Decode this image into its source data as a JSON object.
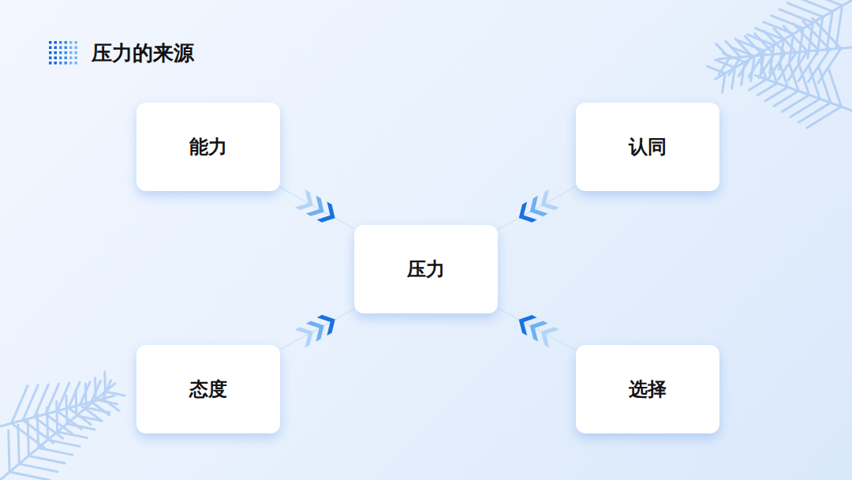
{
  "diagram": {
    "title": "压力的来源",
    "nodes": [
      {
        "text": [
          "能力"
        ]
      },
      {
        "text": [
          "认同"
        ]
      },
      {
        "text": [
          "压力"
        ]
      },
      {
        "text": [
          "态度"
        ]
      },
      {
        "text": [
          "选择"
        ]
      }
    ],
    "edges": [
      {
        "from": 0,
        "to": 2,
        "arrow": "to"
      },
      {
        "from": 1,
        "to": 2,
        "arrow": "to"
      },
      {
        "from": 3,
        "to": 2,
        "arrow": "to"
      },
      {
        "from": 4,
        "to": 2,
        "arrow": "to"
      }
    ]
  }
}
